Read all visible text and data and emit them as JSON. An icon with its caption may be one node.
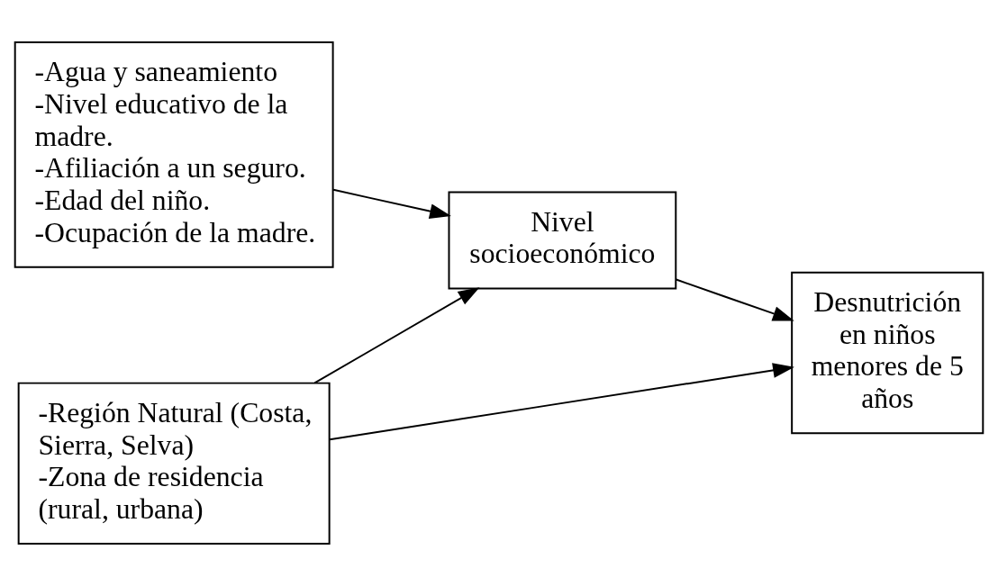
{
  "diagram": {
    "nodes": [
      {
        "text": [
          "-Agua y saneamiento",
          "-Nivel educativo de la madre.",
          "-Afiliación a un seguro.",
          "-Edad del niño.",
          "-Ocupación de la madre."
        ]
      },
      {
        "text": [
          "-Región Natural (Costa, Sierra, Selva)",
          "-Zona de residencia (rural, urbana)"
        ]
      },
      {
        "text": [
          "Nivel socioeconómico"
        ]
      },
      {
        "text": [
          "Desnutrición en niños menores de 5 años"
        ]
      }
    ],
    "edges": [
      {
        "from": 0,
        "to": 2,
        "arrow": "to"
      },
      {
        "from": 1,
        "to": 2,
        "arrow": "to"
      },
      {
        "from": 2,
        "to": 3,
        "arrow": "to"
      },
      {
        "from": 1,
        "to": 3,
        "arrow": "to"
      }
    ]
  }
}
